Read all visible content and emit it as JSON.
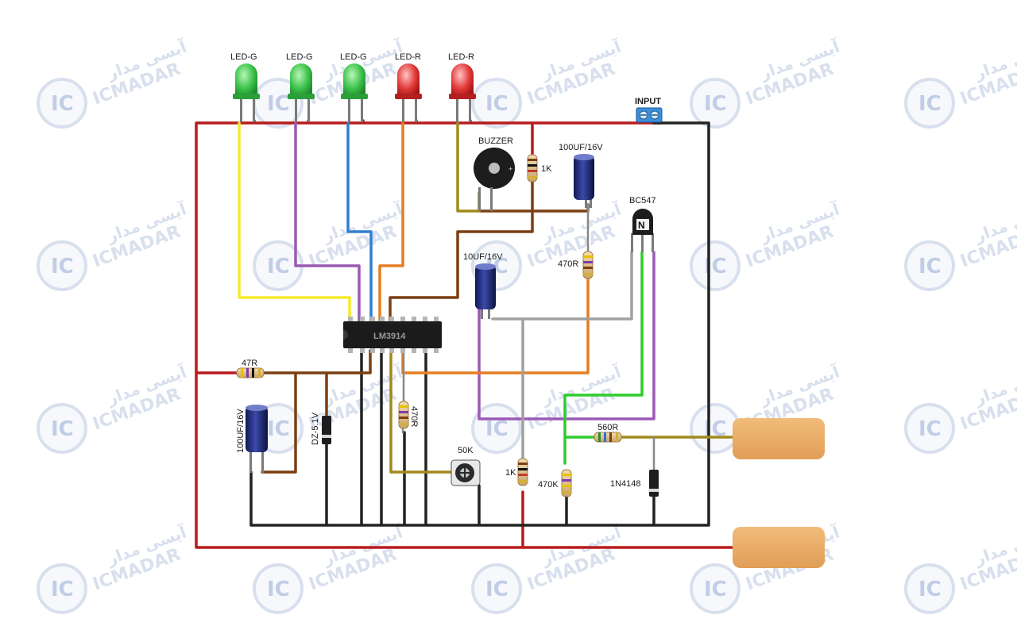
{
  "watermark": {
    "brand": "ICMADAR",
    "brand_fa": "آیسی مدار",
    "logo": "IC"
  },
  "labels": {
    "led1": "LED-G",
    "led2": "LED-G",
    "led3": "LED-G",
    "led4": "LED-R",
    "led5": "LED-R",
    "input": "INPUT",
    "buzzer": "BUZZER",
    "r_1k_top": "1K",
    "cap_top": "100UF/16V",
    "transistor": "BC547",
    "r_470_top": "470R",
    "cap_mid": "10UF/16V",
    "ic": "LM3914",
    "r_47": "47R",
    "cap_left": "100UF/16V",
    "zener": "DZ-5.1V",
    "r_470_bottom": "470R",
    "pot": "50K",
    "r_1k_bottom": "1K",
    "r_470k": "470K",
    "r_560": "560R",
    "diode": "1N4148"
  },
  "colors": {
    "red_wire": "#b71c1c",
    "black_wire": "#222222",
    "yellow_wire": "#f5ea2a",
    "purple_wire": "#9b59b6",
    "blue_wire": "#2f7fd0",
    "orange_wire": "#e67e22",
    "brown_wire": "#7b3f12",
    "olive_wire": "#a08a1e",
    "gray_wire": "#a0a0a0",
    "green_wire": "#2ecc2e",
    "probe_pad": "#ecb06a",
    "led_green": "#3cc24a",
    "led_red": "#e23a3a"
  }
}
